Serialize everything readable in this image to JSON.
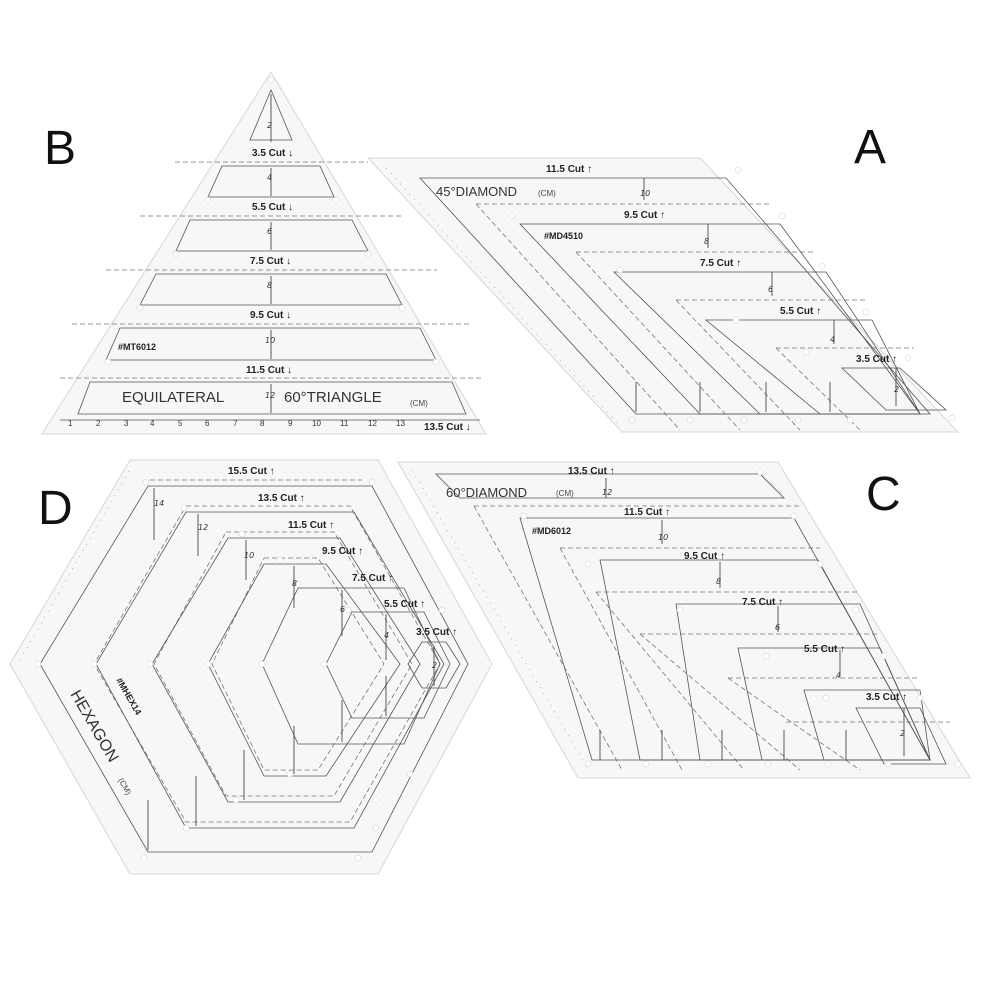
{
  "letters": {
    "a": "A",
    "b": "B",
    "c": "C",
    "d": "D"
  },
  "triangle": {
    "cuts": [
      "3.5 Cut ↓",
      "5.5 Cut ↓",
      "7.5 Cut ↓",
      "9.5 Cut ↓",
      "11.5 Cut ↓",
      "13.5 Cut ↓"
    ],
    "sizes": [
      "2",
      "4",
      "6",
      "8",
      "10",
      "12"
    ],
    "code": "#MT6012",
    "title_left": "EQUILATERAL",
    "title_right": "60°TRIANGLE",
    "unit": "(CM)",
    "ruler": [
      "1",
      "2",
      "3",
      "4",
      "5",
      "6",
      "7",
      "8",
      "9",
      "10",
      "11",
      "12",
      "13"
    ]
  },
  "diamond45": {
    "title": "45°DIAMOND",
    "unit": "(CM)",
    "code": "#MD4510",
    "cuts": [
      "11.5 Cut ↑",
      "9.5 Cut ↑",
      "7.5 Cut ↑",
      "5.5 Cut ↑",
      "3.5 Cut ↑"
    ],
    "sizes": [
      "10",
      "8",
      "6",
      "4",
      "2"
    ]
  },
  "diamond60": {
    "title": "60°DIAMOND",
    "unit": "(CM)",
    "code": "#MD6012",
    "cuts": [
      "13.5 Cut ↑",
      "11.5 Cut ↑",
      "9.5 Cut ↑",
      "7.5 Cut ↑",
      "5.5 Cut ↑",
      "3.5 Cut ↑"
    ],
    "sizes": [
      "12",
      "10",
      "8",
      "6",
      "4",
      "2"
    ]
  },
  "hexagon": {
    "title": "HEXAGON",
    "unit": "(CM)",
    "code": "#MHEX14",
    "cuts": [
      "15.5 Cut ↑",
      "13.5 Cut ↑",
      "11.5 Cut ↑",
      "9.5 Cut ↑",
      "7.5 Cut ↑",
      "5.5 Cut ↑",
      "3.5 Cut ↑"
    ],
    "sizes": [
      "14",
      "12",
      "10",
      "8",
      "6",
      "4",
      "2"
    ]
  },
  "colors": {
    "background": "#ffffff",
    "panel": "#f7f7f7",
    "ink": "#222222"
  }
}
